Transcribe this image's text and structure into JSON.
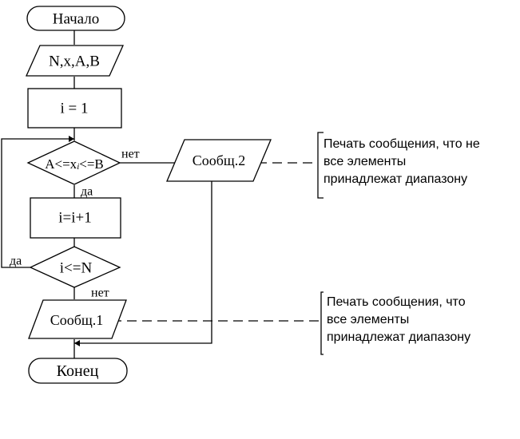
{
  "flowchart": {
    "start_label": "Начало",
    "input_label": "N,x,A,B",
    "init_label": "i = 1",
    "check_range": {
      "prefix": "A<=x",
      "subscript": "i",
      "suffix": "<=B"
    },
    "increment_label": "i=i+1",
    "loop_condition_label": "i<=N",
    "message2_label": "Сообщ.2",
    "message1_label": "Сообщ.1",
    "end_label": "Конец",
    "edge_labels": {
      "no_1": "нет",
      "yes_1": "да",
      "yes_2": "да",
      "no_2": "нет"
    }
  },
  "comments": {
    "message2_comment": [
      "Печать сообщения, что не",
      "все элементы",
      "принадлежат диапазону"
    ],
    "message1_comment": [
      "Печать сообщения, что",
      "все элементы",
      "принадлежат диапазону"
    ]
  },
  "colors": {
    "stroke": "#000000",
    "background": "#ffffff"
  }
}
